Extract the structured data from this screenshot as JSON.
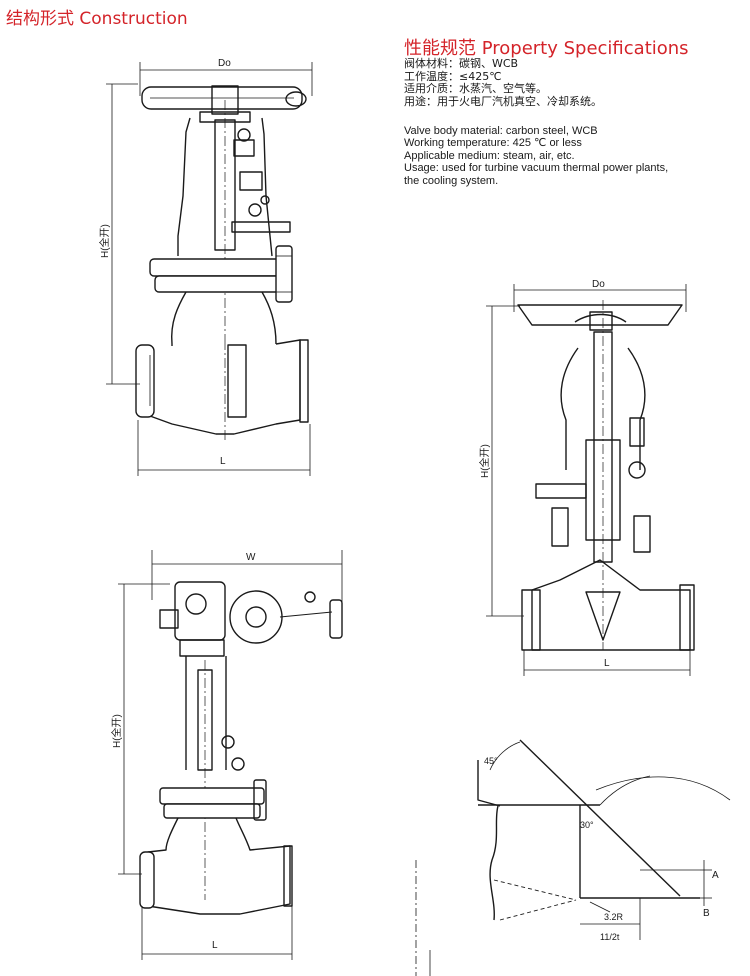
{
  "construction_title": "结构形式 Construction",
  "property_title": "性能规范 Property Specifications",
  "specs_cn": [
    "阀体材料：碳钢、WCB",
    "工作温度：≤425℃",
    "适用介质：水蒸汽、空气等。",
    "用途：用于火电厂汽机真空、冷却系统。"
  ],
  "specs_en": [
    "Valve body material: carbon steel, WCB",
    "Working temperature: 425 ℃ or less",
    "Applicable medium: steam, air, etc.",
    "Usage: used for turbine vacuum thermal power plants,",
    "the cooling system."
  ],
  "dims": {
    "do": "Do",
    "h_full": "H(全开)",
    "l": "L",
    "w": "W",
    "angle_45": "45°",
    "angle_30": "30°",
    "radius": "3.2R",
    "weld": "11/2t",
    "a": "A",
    "b": "B"
  },
  "colors": {
    "title_red": "#d4242a",
    "line": "#1a1a1a"
  }
}
